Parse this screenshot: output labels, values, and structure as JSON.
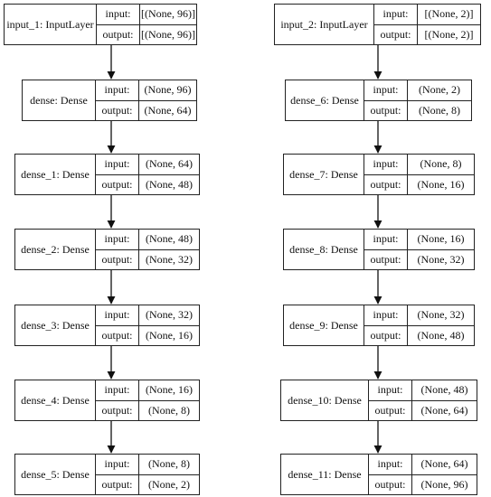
{
  "columns": [
    {
      "layers": [
        {
          "name": "input_1: InputLayer",
          "input_label": "input:",
          "input_shape": "[(None, 96)]",
          "output_label": "output:",
          "output_shape": "[(None, 96)]"
        },
        {
          "name": "dense: Dense",
          "input_label": "input:",
          "input_shape": "(None, 96)",
          "output_label": "output:",
          "output_shape": "(None, 64)"
        },
        {
          "name": "dense_1: Dense",
          "input_label": "input:",
          "input_shape": "(None, 64)",
          "output_label": "output:",
          "output_shape": "(None, 48)"
        },
        {
          "name": "dense_2: Dense",
          "input_label": "input:",
          "input_shape": "(None, 48)",
          "output_label": "output:",
          "output_shape": "(None, 32)"
        },
        {
          "name": "dense_3: Dense",
          "input_label": "input:",
          "input_shape": "(None, 32)",
          "output_label": "output:",
          "output_shape": "(None, 16)"
        },
        {
          "name": "dense_4: Dense",
          "input_label": "input:",
          "input_shape": "(None, 16)",
          "output_label": "output:",
          "output_shape": "(None, 8)"
        },
        {
          "name": "dense_5: Dense",
          "input_label": "input:",
          "input_shape": "(None, 8)",
          "output_label": "output:",
          "output_shape": "(None, 2)"
        }
      ]
    },
    {
      "layers": [
        {
          "name": "input_2: InputLayer",
          "input_label": "input:",
          "input_shape": "[(None, 2)]",
          "output_label": "output:",
          "output_shape": "[(None, 2)]"
        },
        {
          "name": "dense_6: Dense",
          "input_label": "input:",
          "input_shape": "(None, 2)",
          "output_label": "output:",
          "output_shape": "(None, 8)"
        },
        {
          "name": "dense_7: Dense",
          "input_label": "input:",
          "input_shape": "(None, 8)",
          "output_label": "output:",
          "output_shape": "(None, 16)"
        },
        {
          "name": "dense_8: Dense",
          "input_label": "input:",
          "input_shape": "(None, 16)",
          "output_label": "output:",
          "output_shape": "(None, 32)"
        },
        {
          "name": "dense_9: Dense",
          "input_label": "input:",
          "input_shape": "(None, 32)",
          "output_label": "output:",
          "output_shape": "(None, 48)"
        },
        {
          "name": "dense_10: Dense",
          "input_label": "input:",
          "input_shape": "(None, 48)",
          "output_label": "output:",
          "output_shape": "(None, 64)"
        },
        {
          "name": "dense_11: Dense",
          "input_label": "input:",
          "input_shape": "(None, 64)",
          "output_label": "output:",
          "output_shape": "(None, 96)"
        }
      ]
    }
  ]
}
